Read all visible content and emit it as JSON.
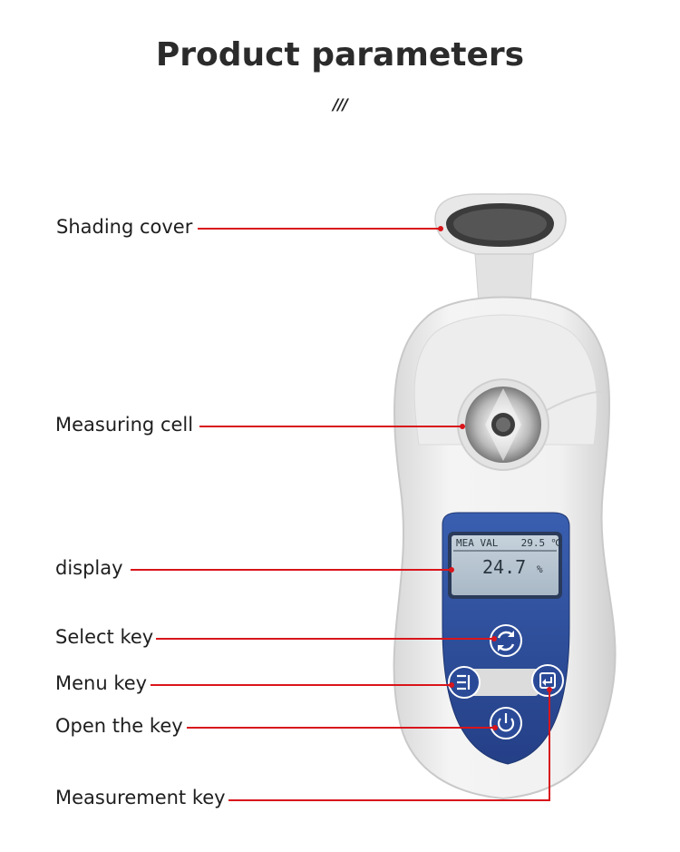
{
  "header": {
    "title": "Product parameters",
    "decoration": "///"
  },
  "callouts": {
    "shading_cover": "Shading cover",
    "measuring_cell": "Measuring cell",
    "display": "display",
    "select_key": "Select key",
    "menu_key": "Menu key",
    "open_key": "Open the key",
    "measurement_key": "Measurement key"
  },
  "lcd": {
    "mode": "MEA VAL",
    "temperature": "29.5 ℃",
    "value": "24.7",
    "unit": "%"
  },
  "colors": {
    "leader_line": "#d9151b",
    "panel_blue": "#2e4f9e",
    "lcd_background": "#b9c6d2",
    "device_body": "#ececec"
  },
  "icons": {
    "select_key": "refresh-cycle-icon",
    "menu_key": "list-menu-icon",
    "measurement_key": "return-arrow-icon",
    "open_key": "power-icon"
  }
}
